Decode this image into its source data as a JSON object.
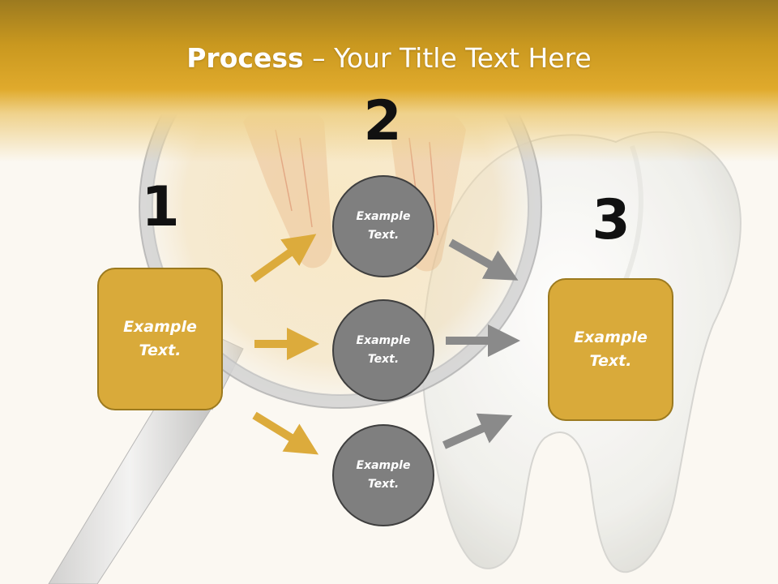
{
  "title": {
    "bold": "Process",
    "rest": " – Your Title Text Here"
  },
  "steps": [
    {
      "number": "1",
      "label": "Example Text."
    },
    {
      "number": "2",
      "items": [
        "Example Text.",
        "Example Text.",
        "Example Text."
      ]
    },
    {
      "number": "3",
      "label": "Example Text."
    }
  ],
  "colors": {
    "accent_gold": "#d9aa3a",
    "gold_border": "#9c7a1f",
    "circle_gray": "#7f7f7f",
    "arrow_gold": "#dcab3c",
    "arrow_gray": "#8a8a8a"
  },
  "icons": [
    "tooth-illustration",
    "magnifying-glass-illustration"
  ]
}
